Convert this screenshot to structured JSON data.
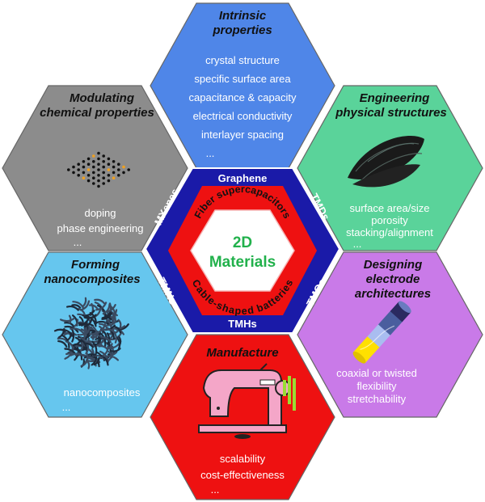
{
  "center": {
    "line1": "2D",
    "line2": "Materials"
  },
  "ring_labels": {
    "top": "Graphene",
    "upper_right": "TMDs",
    "lower_right": "TMOs",
    "bottom": "TMHs",
    "lower_left": "TMNs",
    "upper_left": "MXenes"
  },
  "arc_labels": {
    "top": "Fiber supercapacitors",
    "bottom": "Cable-shaped batteries"
  },
  "hexes": {
    "top": {
      "title": [
        "Intrinsic",
        "properties"
      ],
      "items": [
        "crystal structure",
        "specific surface area",
        "capacitance & capacity",
        "electrical conductivity",
        "interlayer spacing",
        "..."
      ],
      "color": "#4f86e8",
      "icon": "none"
    },
    "upper_right": {
      "title": [
        "Engineering",
        "physical structures"
      ],
      "items": [
        "surface area/size",
        "porosity",
        "stacking/alignment",
        "..."
      ],
      "color": "#5ad39a",
      "icon": "layered-flakes-icon"
    },
    "lower_right": {
      "title": [
        "Designing",
        "electrode",
        "architectures"
      ],
      "items": [
        "coaxial or twisted",
        "flexibility",
        "stretchability"
      ],
      "color": "#c97ae8",
      "icon": "coaxial-fiber-icon"
    },
    "bottom": {
      "title": [
        "Manufacture"
      ],
      "items": [
        "scalability",
        "cost-effectiveness",
        "..."
      ],
      "color": "#ee1111",
      "icon": "sewing-machine-icon"
    },
    "lower_left": {
      "title": [
        "Forming",
        "nanocomposites"
      ],
      "items": [
        "nanocomposites",
        "..."
      ],
      "color": "#66c6ee",
      "icon": "nanocomposite-network-icon"
    },
    "upper_left": {
      "title": [
        "Modulating",
        "chemical properties"
      ],
      "items": [
        "doping",
        "phase engineering",
        "..."
      ],
      "color": "#8c8c8c",
      "icon": "atomic-lattice-icon"
    }
  },
  "colors": {
    "ring_outer": "#1a1aa8",
    "ring_inner": "#ee1111",
    "center_fill": "#ffffff",
    "center_text": "#22b14c"
  }
}
